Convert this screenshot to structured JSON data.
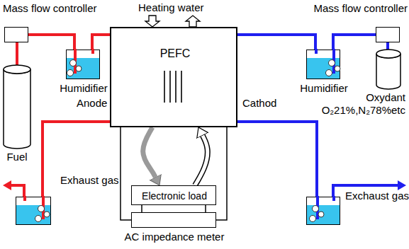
{
  "diagram": {
    "nodes": [
      {
        "text": [
          "Mass flow controller"
        ]
      },
      {
        "text": [
          "Fuel"
        ]
      },
      {
        "text": [
          "Humidifier"
        ]
      },
      {
        "text": [
          "PEFC"
        ]
      },
      {
        "text": [
          "Mass flow controller"
        ]
      },
      {
        "text": [
          "Humidifier"
        ]
      },
      {
        "text": [
          "Oxydant",
          "O₂21%,N₂78%etc"
        ]
      },
      {
        "text": [
          "Exhaust gas"
        ]
      },
      {
        "text": [
          "Exchaust gas"
        ]
      },
      {
        "text": [
          "Electronic load"
        ]
      },
      {
        "text": [
          "AC impedance meter"
        ]
      }
    ],
    "edges": [
      {
        "from": 1,
        "to": 0,
        "arrow": "none"
      },
      {
        "from": 0,
        "to": 2,
        "arrow": "none"
      },
      {
        "from": 2,
        "to": 3,
        "arrow": "none"
      },
      {
        "from": 3,
        "to": 7,
        "arrow": "none"
      },
      {
        "from": 6,
        "to": 4,
        "arrow": "none"
      },
      {
        "from": 4,
        "to": 5,
        "arrow": "none"
      },
      {
        "from": 5,
        "to": 3,
        "arrow": "none"
      },
      {
        "from": 3,
        "to": 8,
        "arrow": "none"
      },
      {
        "from": 3,
        "to": 9,
        "arrow": "to"
      },
      {
        "from": 9,
        "to": 3,
        "arrow": "to"
      },
      {
        "from": 3,
        "to": 10,
        "arrow": "none"
      },
      {
        "from": 3,
        "to": 10,
        "arrow": "none"
      }
    ],
    "labels": [
      "Heating water",
      "Anode",
      "Cathod"
    ]
  }
}
